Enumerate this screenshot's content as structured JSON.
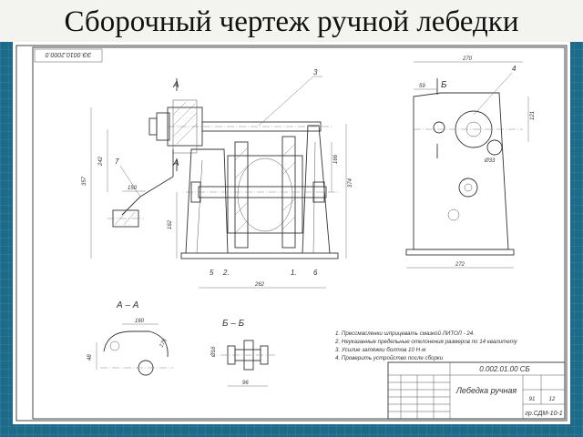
{
  "slide": {
    "title": "Сборочный чертеж ручной лебедки"
  },
  "drawing": {
    "stamp_code_rotated": "ЭЭ.0010.2000.0",
    "callouts": [
      "3",
      "7",
      "4",
      "5",
      "2.",
      "1.",
      "6"
    ],
    "section_labels": {
      "a": "А",
      "b": "Б",
      "aa": "А – А",
      "bb": "Б – Б"
    },
    "dimensions": {
      "front_height_1": "357",
      "front_height_2": "242",
      "front_height_3": "162",
      "front_right_1": "166",
      "front_right_2": "374",
      "front_bottom": "262",
      "lever": "150",
      "side_top": "270",
      "side_bottom": "272",
      "side_left": "59",
      "side_right": "121",
      "side_dia": "Ø33",
      "aa_top": "160",
      "aa_left": "48",
      "aa_right": "175",
      "bb_bottom": "96",
      "bb_left": "Ø16"
    },
    "notes": [
      "1. Прессмасленки шприцевать смазкой ЛИТОЛ - 24.",
      "2. Неуказанные предельные отклонения размеров по 14 квалитету",
      "3. Усилие затяжки болтов 10 Н·м",
      "4. Проверить устройство после сборки"
    ],
    "title_block": {
      "code": "0.002.01.00 СБ",
      "name": "Лебедка ручная",
      "sheet": "91",
      "sheets": "12",
      "group": "гр.СДМ-10-1"
    }
  }
}
